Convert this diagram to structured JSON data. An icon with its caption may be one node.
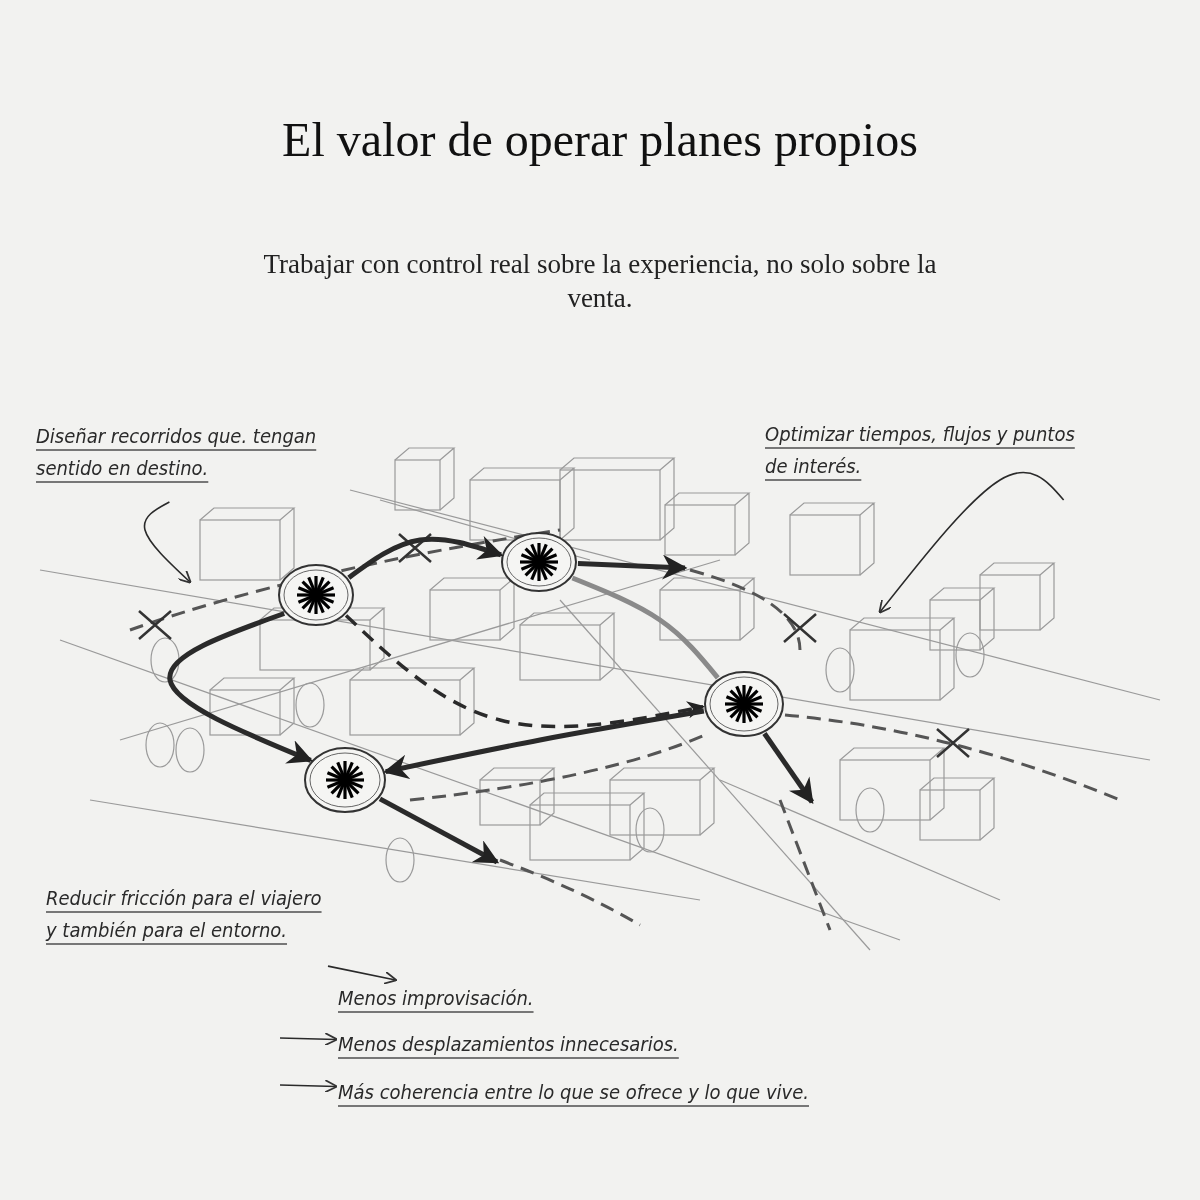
{
  "diagram": {
    "title": "El valor de operar planes propios",
    "caption": "Trabajar con control real sobre la experiencia, no solo sobre la venta.",
    "nodes": [
      {
        "text": [],
        "shape": "circle"
      },
      {
        "text": [],
        "shape": "circle"
      },
      {
        "text": [],
        "shape": "circle"
      },
      {
        "text": [],
        "shape": "circle"
      },
      {
        "text": [
          "Diseñar recorridos que. tengan sentido en destino."
        ]
      },
      {
        "text": [
          "Optimizar tiempos, flujos y puntos de interés."
        ]
      },
      {
        "text": [
          "Reducir fricción para el viajero y también para el entorno."
        ]
      },
      {
        "text": [
          "Menos improvisación."
        ]
      },
      {
        "text": [
          "Menos desplazamientos innecesarios."
        ]
      },
      {
        "text": [
          "Más coherencia entre lo que se ofrece y lo que vive."
        ]
      }
    ],
    "edges": [
      {
        "from": 0,
        "to": 1,
        "arrow": "to"
      },
      {
        "from": 1,
        "to": null,
        "arrow": "to"
      },
      {
        "from": 0,
        "to": 3,
        "arrow": "to"
      },
      {
        "from": 0,
        "to": 2,
        "arrow": "to",
        "style": "dashed"
      },
      {
        "from": 1,
        "to": 2,
        "arrow": "none",
        "color": "#8a8a8a"
      },
      {
        "from": 2,
        "to": 3,
        "arrow": "to"
      },
      {
        "from": 2,
        "to": null,
        "arrow": "to"
      },
      {
        "from": 3,
        "to": null,
        "arrow": "to"
      },
      {
        "from": 4,
        "to": null,
        "arrow": "to"
      },
      {
        "from": 5,
        "to": null,
        "arrow": "to"
      },
      {
        "from": 6,
        "to": 7,
        "arrow": "to"
      },
      {
        "from": null,
        "to": 8,
        "arrow": "to"
      },
      {
        "from": null,
        "to": 9,
        "arrow": "to"
      }
    ]
  }
}
